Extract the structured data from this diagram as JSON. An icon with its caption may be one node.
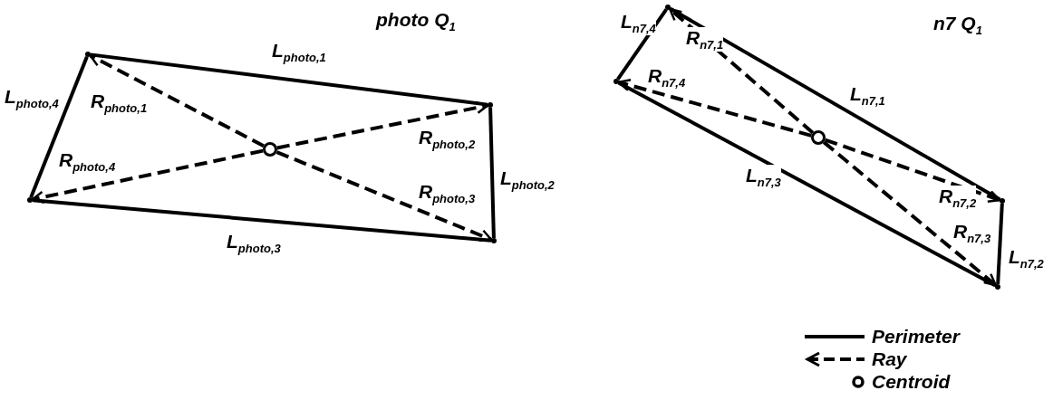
{
  "diagram": {
    "nodes": [
      {
        "text": [],
        "shape": "point"
      },
      {
        "text": [],
        "shape": "point"
      },
      {
        "text": [],
        "shape": "point"
      },
      {
        "text": [],
        "shape": "point"
      },
      {
        "text": [],
        "shape": "circle"
      },
      {
        "text": [],
        "shape": "point"
      },
      {
        "text": [],
        "shape": "point"
      },
      {
        "text": [],
        "shape": "point"
      },
      {
        "text": [],
        "shape": "point"
      },
      {
        "text": [],
        "shape": "circle"
      }
    ],
    "edges": [
      {
        "from": 0,
        "to": 1,
        "arrow": "none",
        "label": "L$_{photo,1}$"
      },
      {
        "from": 1,
        "to": 2,
        "arrow": "none",
        "label": "L$_{photo,2}$"
      },
      {
        "from": 2,
        "to": 3,
        "arrow": "none",
        "label": "L$_{photo,3}$"
      },
      {
        "from": 3,
        "to": 0,
        "arrow": "none",
        "label": "L$_{photo,4}$"
      },
      {
        "from": 4,
        "to": 0,
        "arrow": "to",
        "style": "dashed",
        "label": "R$_{photo,1}$"
      },
      {
        "from": 4,
        "to": 1,
        "arrow": "to",
        "style": "dashed",
        "label": "R$_{photo,2}$"
      },
      {
        "from": 4,
        "to": 2,
        "arrow": "to",
        "style": "dashed",
        "label": "R$_{photo,3}$"
      },
      {
        "from": 4,
        "to": 3,
        "arrow": "to",
        "style": "dashed",
        "label": "R$_{photo,4}$"
      },
      {
        "from": 5,
        "to": 6,
        "arrow": "none",
        "label": "L$_{n7,1}$"
      },
      {
        "from": 6,
        "to": 7,
        "arrow": "none",
        "label": "L$_{n7,2}$"
      },
      {
        "from": 7,
        "to": 8,
        "arrow": "none",
        "label": "L$_{n7,3}$"
      },
      {
        "from": 8,
        "to": 5,
        "arrow": "none",
        "label": "L$_{n7,4}$"
      },
      {
        "from": 9,
        "to": 5,
        "arrow": "to",
        "style": "dashed",
        "label": "R$_{n7,1}$"
      },
      {
        "from": 9,
        "to": 6,
        "arrow": "to",
        "style": "dashed",
        "label": "R$_{n7,2}$"
      },
      {
        "from": 9,
        "to": 7,
        "arrow": "to",
        "style": "dashed",
        "label": "R$_{n7,3}$"
      },
      {
        "from": 9,
        "to": 8,
        "arrow": "to",
        "style": "dashed",
        "label": "R$_{n7,4}$"
      }
    ],
    "labels": [
      "photo Q$_{1}$",
      "n7 Q$_{1}$"
    ],
    "legend": [
      {
        "text": "Perimeter"
      },
      {
        "text": "Ray"
      },
      {
        "text": "Centroid"
      }
    ]
  }
}
